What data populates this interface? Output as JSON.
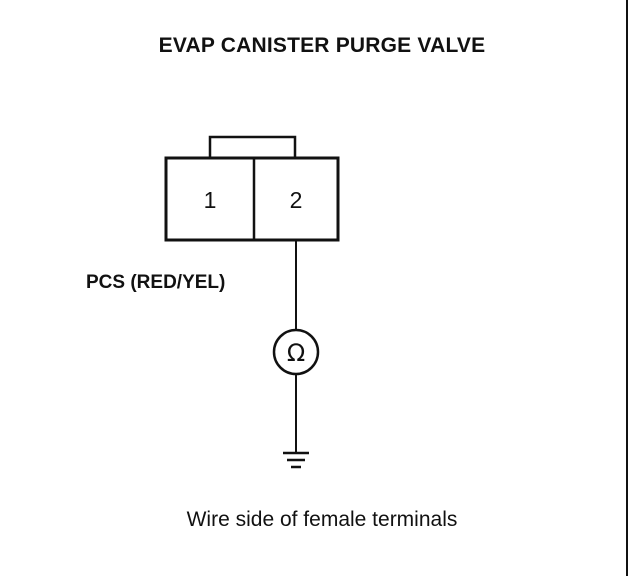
{
  "title": "EVAP CANISTER PURGE VALVE",
  "connector": {
    "terminal_1": "1",
    "terminal_2": "2"
  },
  "wire_label": "PCS (RED/YEL)",
  "meter_symbol": "Ω",
  "meter_icon": "ohmmeter-icon",
  "ground_icon": "ground-icon",
  "caption": "Wire side of female terminals",
  "colors": {
    "ink": "#111111",
    "background": "#ffffff"
  }
}
